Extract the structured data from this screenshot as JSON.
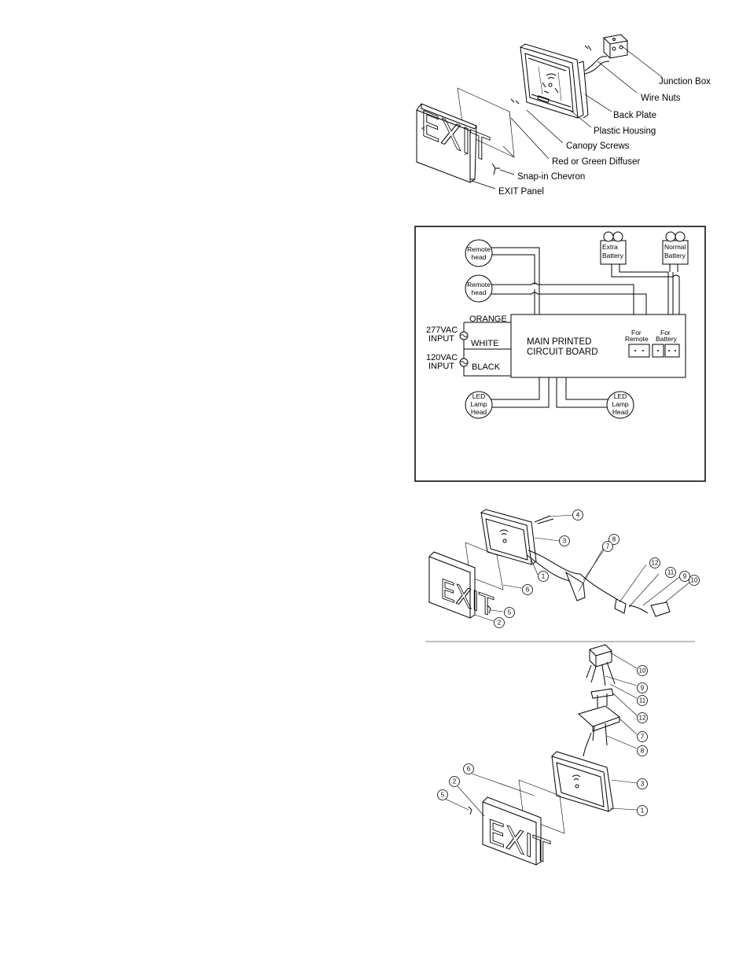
{
  "exploded_view": {
    "labels": {
      "junction_box": "Junction Box",
      "wire_nuts": "Wire Nuts",
      "back_plate": "Back Plate",
      "plastic_housing": "Plastic Housing",
      "canopy_screws": "Canopy Screws",
      "diffuser": "Red or Green Diffuser",
      "chevron": "Snap-in Chevron",
      "exit_panel": "EXIT Panel"
    },
    "sign_text": "EXIT"
  },
  "wiring": {
    "remote_head": "Remote head",
    "extra_battery": "Extra Battery",
    "normal_battery": "Normal Battery",
    "v277": "277VAC",
    "input": "INPUT",
    "v120": "120VAC",
    "orange": "ORANGE",
    "white": "WHITE",
    "black": "BLACK",
    "board_line1": "MAIN PRINTED",
    "board_line2": "CIRCUIT BOARD",
    "for_remote": "For Remote",
    "for_battery": "For Battery",
    "led_lamp_head": "LED Lamp Head"
  },
  "side_mount": {
    "callouts": [
      "4",
      "3",
      "8",
      "7",
      "12",
      "11",
      "9",
      "10",
      "1",
      "6",
      "5",
      "2"
    ],
    "sign_text": "EXIT"
  },
  "ceiling_mount": {
    "callouts": [
      "10",
      "9",
      "11",
      "12",
      "7",
      "8",
      "3",
      "1",
      "6",
      "2",
      "5"
    ],
    "sign_text": "EXIT"
  }
}
